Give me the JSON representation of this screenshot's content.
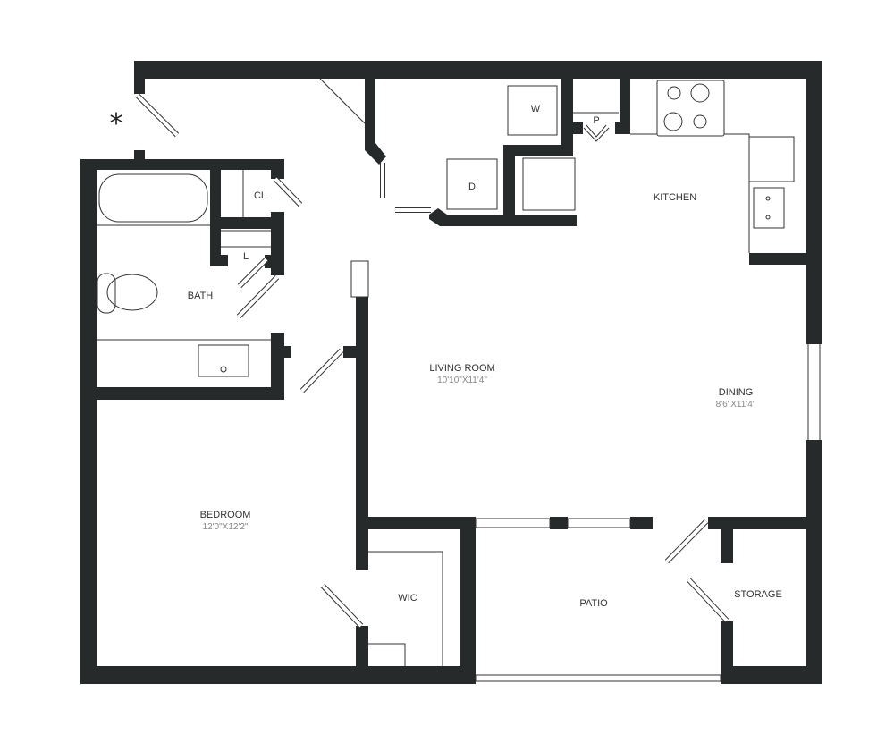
{
  "floor_plan": {
    "wall_color": "#262a2a",
    "entry_marker": "*",
    "rooms": {
      "kitchen": {
        "label": "KITCHEN"
      },
      "living": {
        "label": "LIVING ROOM",
        "dims": "10'10\"X11'4\""
      },
      "dining": {
        "label": "DINING",
        "dims": "8'6\"X11'4\""
      },
      "bedroom": {
        "label": "BEDROOM",
        "dims": "12'0\"X12'2\""
      },
      "bath": {
        "label": "BATH"
      },
      "closet": {
        "label": "CL"
      },
      "linen": {
        "label": "L"
      },
      "washer": {
        "label": "W"
      },
      "dryer": {
        "label": "D"
      },
      "pantry": {
        "label": "P"
      },
      "wic": {
        "label": "WIC"
      },
      "patio": {
        "label": "PATIO"
      },
      "storage": {
        "label": "STORAGE"
      }
    }
  }
}
